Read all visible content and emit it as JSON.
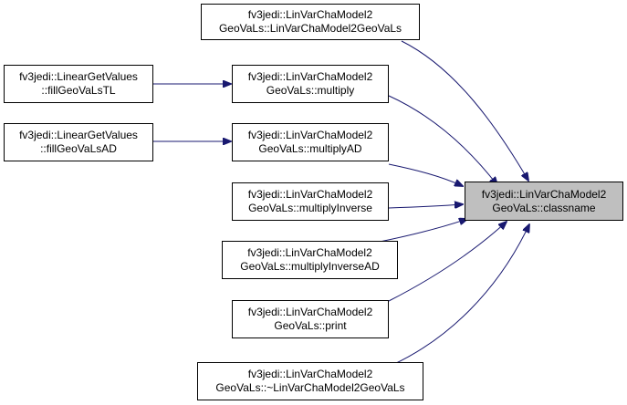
{
  "colors": {
    "edge": "#191970",
    "focus_fill": "#bfbfbf",
    "node_border": "#000000"
  },
  "nodes": {
    "ctor": {
      "l1": "fv3jedi::LinVarChaModel2",
      "l2": "GeoVaLs::LinVarChaModel2GeoVaLs"
    },
    "ltl": {
      "l1": "fv3jedi::LinearGetValues",
      "l2": "::fillGeoVaLsTL"
    },
    "mult": {
      "l1": "fv3jedi::LinVarChaModel2",
      "l2": "GeoVaLs::multiply"
    },
    "lad": {
      "l1": "fv3jedi::LinearGetValues",
      "l2": "::fillGeoVaLsAD"
    },
    "multad": {
      "l1": "fv3jedi::LinVarChaModel2",
      "l2": "GeoVaLs::multiplyAD"
    },
    "focus": {
      "l1": "fv3jedi::LinVarChaModel2",
      "l2": "GeoVaLs::classname"
    },
    "inv": {
      "l1": "fv3jedi::LinVarChaModel2",
      "l2": "GeoVaLs::multiplyInverse"
    },
    "invad": {
      "l1": "fv3jedi::LinVarChaModel2",
      "l2": "GeoVaLs::multiplyInverseAD"
    },
    "print": {
      "l1": "fv3jedi::LinVarChaModel2",
      "l2": "GeoVaLs::print"
    },
    "dtor": {
      "l1": "fv3jedi::LinVarChaModel2",
      "l2": "GeoVaLs::~LinVarChaModel2GeoVaLs"
    }
  },
  "edges": [
    {
      "from": "ctor",
      "to": "focus"
    },
    {
      "from": "mult",
      "to": "focus"
    },
    {
      "from": "multad",
      "to": "focus"
    },
    {
      "from": "inv",
      "to": "focus"
    },
    {
      "from": "invad",
      "to": "focus"
    },
    {
      "from": "print",
      "to": "focus"
    },
    {
      "from": "dtor",
      "to": "focus"
    },
    {
      "from": "ltl",
      "to": "mult"
    },
    {
      "from": "lad",
      "to": "multad"
    }
  ]
}
